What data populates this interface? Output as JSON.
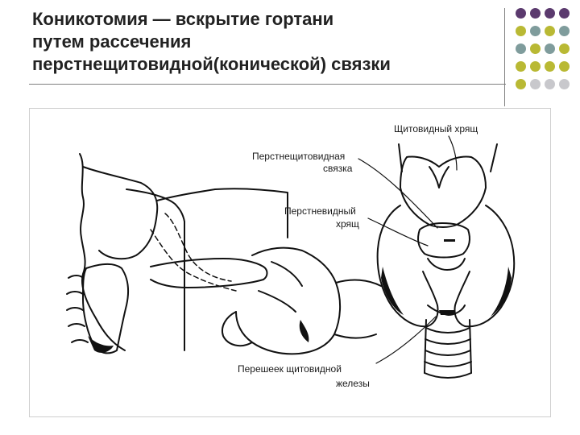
{
  "title": {
    "line1": "Коникотомия — вскрытие гортани",
    "line2": "путем рассечения",
    "line3": "перстнещитовидной(конической) связки"
  },
  "decoration": {
    "dot_colors": {
      "purple": "#5b3a6e",
      "teal": "#7f9c9c",
      "olive": "#b9b934",
      "gray": "#c8c8cc"
    },
    "dot_rows": [
      [
        "purple",
        "purple",
        "purple",
        "purple"
      ],
      [
        "olive",
        "teal",
        "olive",
        "teal"
      ],
      [
        "teal",
        "olive",
        "teal",
        "olive"
      ],
      [
        "olive",
        "olive",
        "olive",
        "olive"
      ],
      [
        "olive",
        "gray",
        "gray",
        "gray"
      ]
    ]
  },
  "figure": {
    "labels": {
      "thyroid_cartilage": "Щитовидный хрящ",
      "cricothyroid_ligament_1": "Перстнещитовидная",
      "cricothyroid_ligament_2": "связка",
      "cricoid_cartilage_1": "Перстневидный",
      "cricoid_cartilage_2": "хрящ",
      "isthmus_1": "Перешеек щитовидной",
      "isthmus_2": "железы"
    }
  }
}
